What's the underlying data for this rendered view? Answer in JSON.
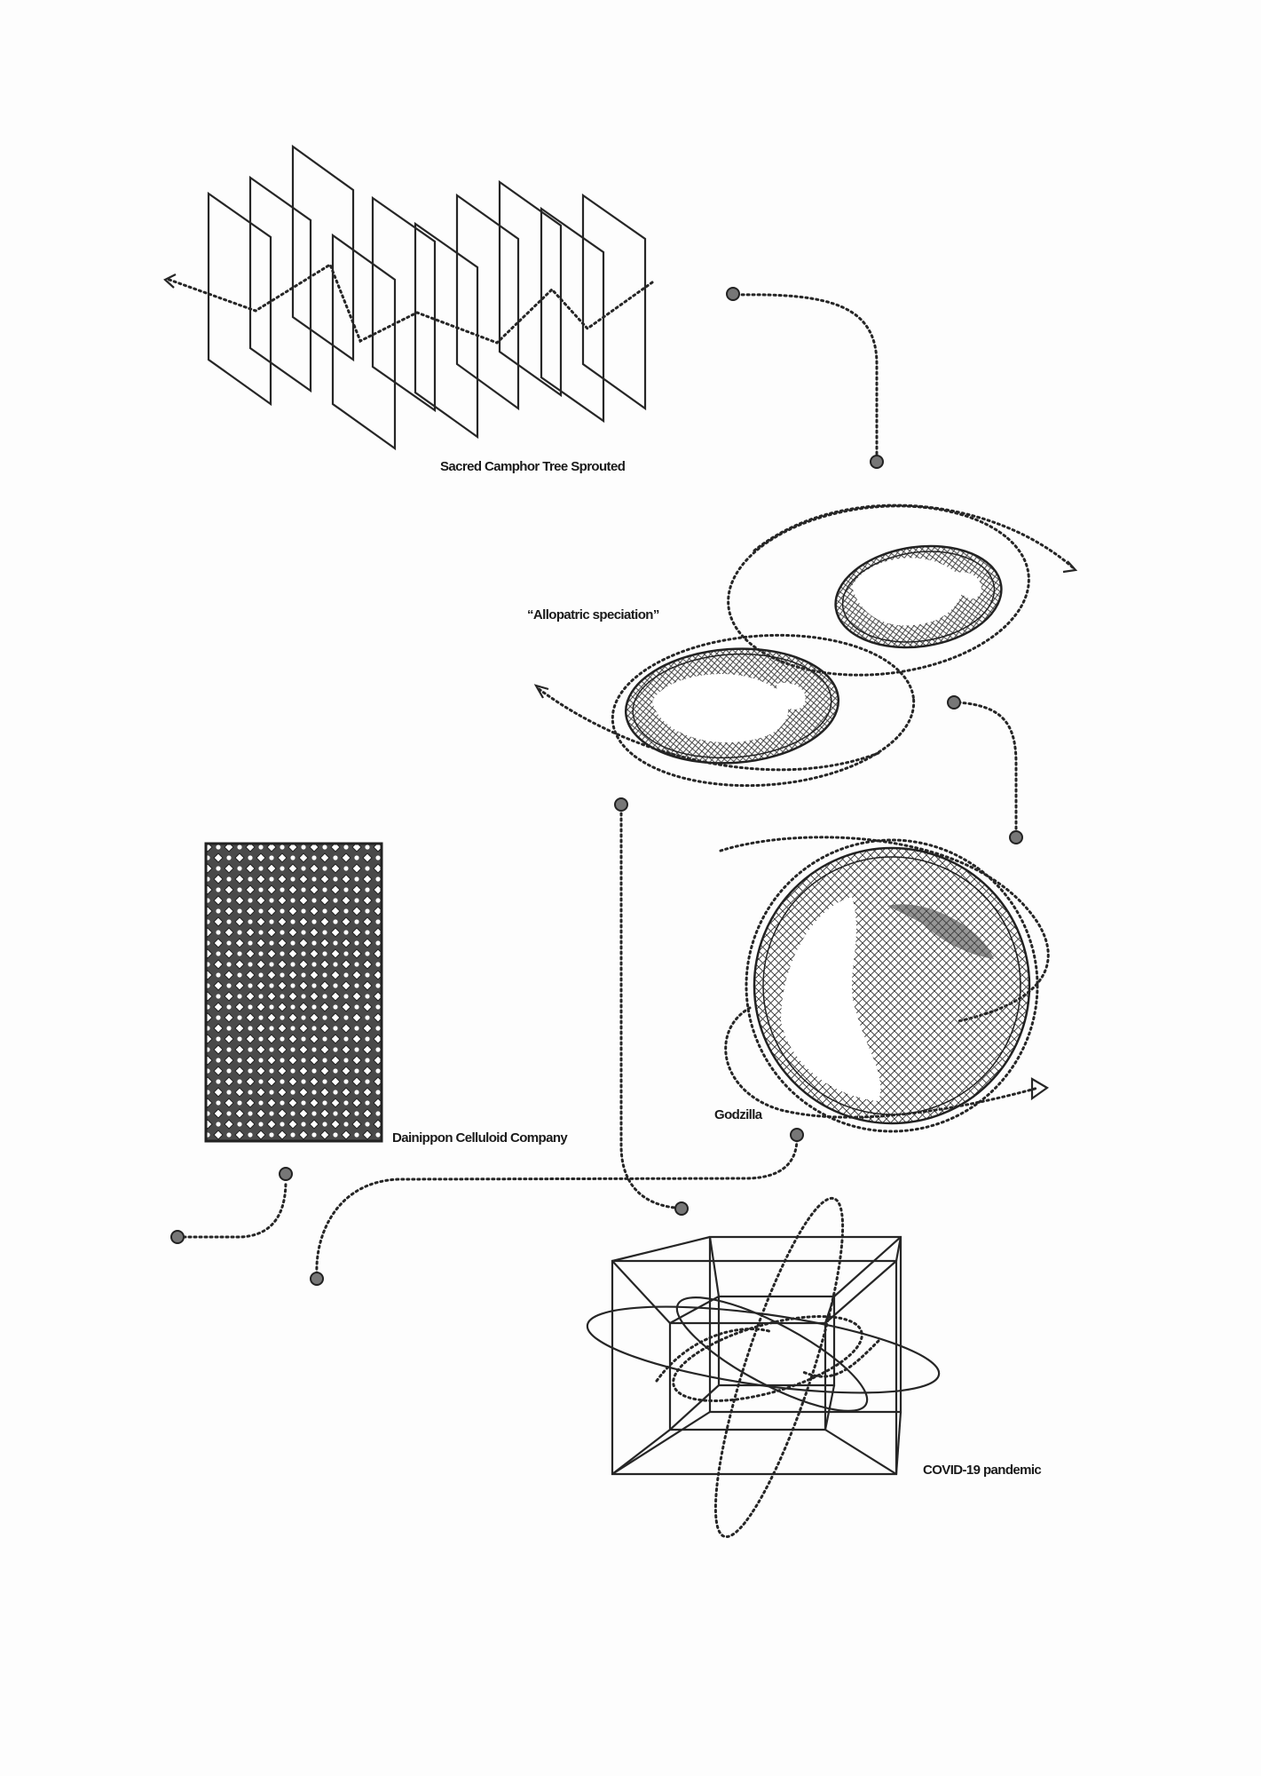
{
  "labels": {
    "camphor": "Sacred Camphor Tree Sprouted",
    "allopatric": "“Allopatric speciation”",
    "dainippon": "Dainippon Celluloid Company",
    "godzilla": "Godzilla",
    "covid": "COVID-19 pandemic"
  },
  "colors": {
    "ink": "#262626",
    "paper": "#fdfdfd"
  }
}
